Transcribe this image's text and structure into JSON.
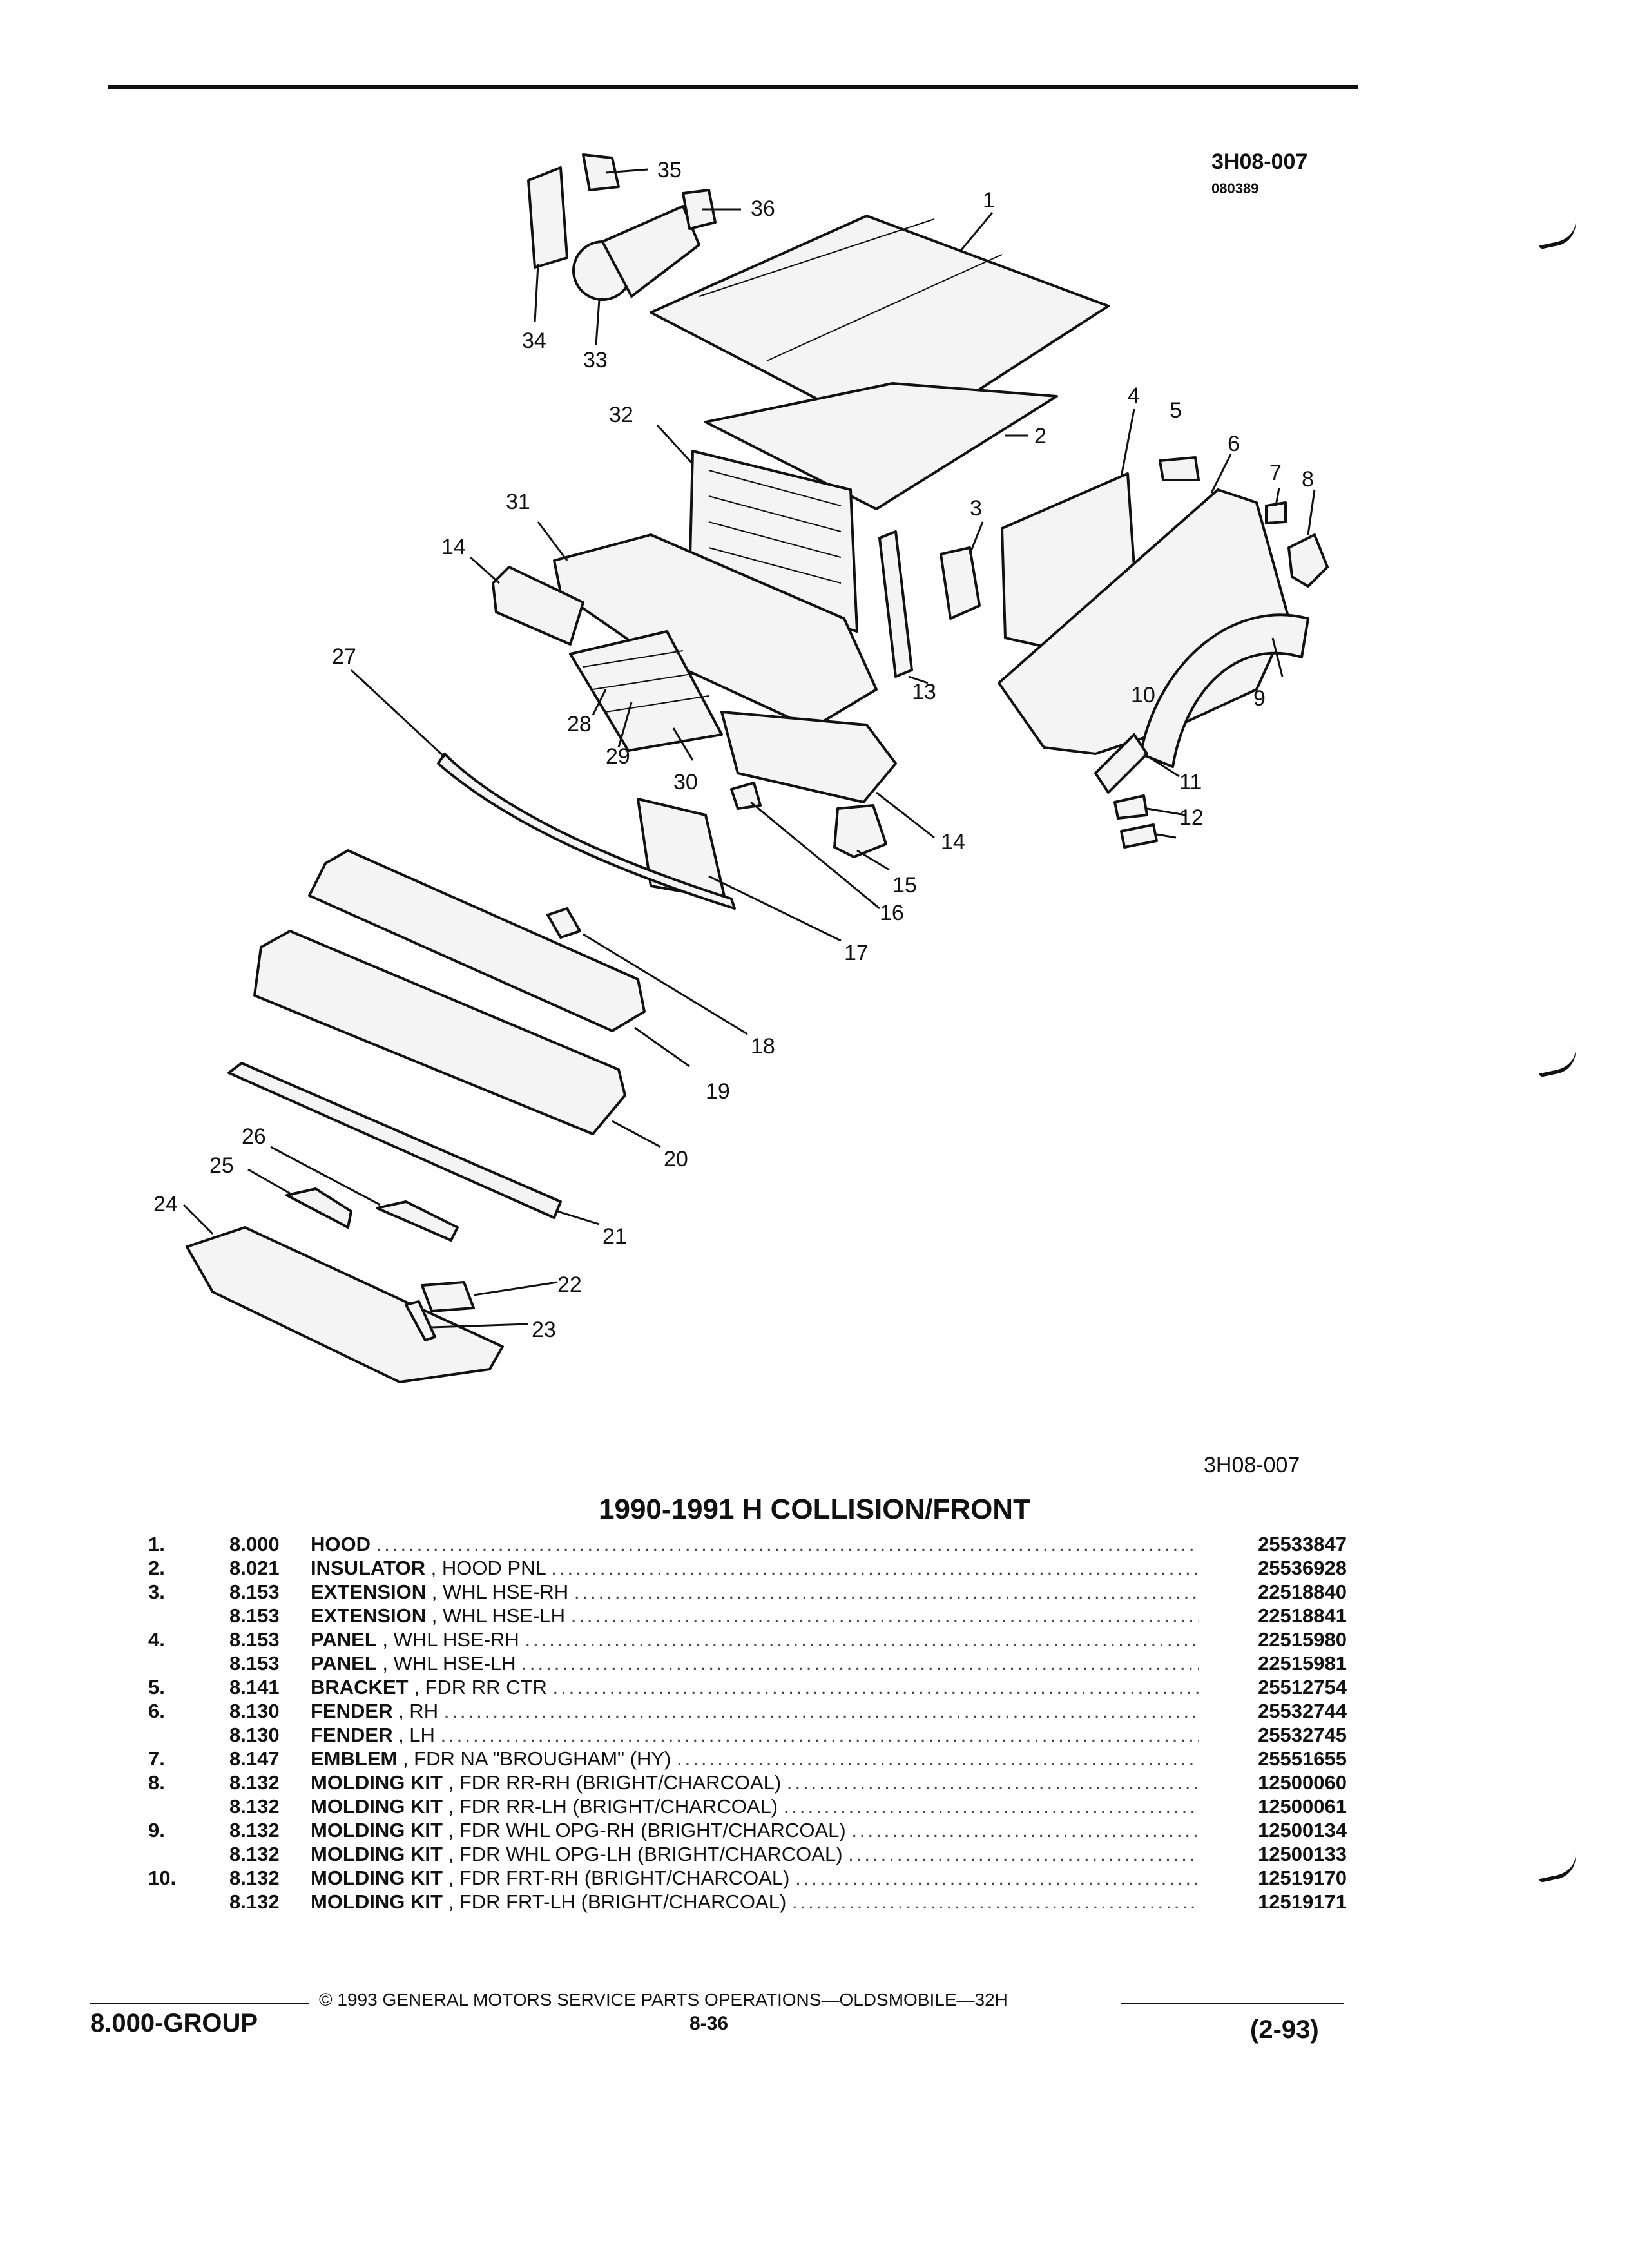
{
  "diagram_code": "3H08-007",
  "diagram_date": "080389",
  "diagram_code_bottom": "3H08-007",
  "title": "1990-1991 H COLLISION/FRONT",
  "callouts": [
    "1",
    "2",
    "3",
    "4",
    "5",
    "6",
    "7",
    "8",
    "9",
    "10",
    "11",
    "12",
    "13",
    "14",
    "14",
    "15",
    "16",
    "17",
    "18",
    "19",
    "20",
    "21",
    "22",
    "23",
    "24",
    "25",
    "26",
    "27",
    "28",
    "29",
    "30",
    "31",
    "32",
    "33",
    "34",
    "35",
    "36"
  ],
  "parts": [
    {
      "num": "1.",
      "grp": "8.000",
      "name": "HOOD",
      "detail": "",
      "pn": "25533847"
    },
    {
      "num": "2.",
      "grp": "8.021",
      "name": "INSULATOR",
      "detail": ", HOOD PNL",
      "pn": "25536928"
    },
    {
      "num": "3.",
      "grp": "8.153",
      "name": "EXTENSION",
      "detail": ", WHL HSE-RH",
      "pn": "22518840"
    },
    {
      "num": "",
      "grp": "8.153",
      "name": "EXTENSION",
      "detail": ", WHL HSE-LH",
      "pn": "22518841"
    },
    {
      "num": "4.",
      "grp": "8.153",
      "name": "PANEL",
      "detail": ", WHL HSE-RH",
      "pn": "22515980"
    },
    {
      "num": "",
      "grp": "8.153",
      "name": "PANEL",
      "detail": ", WHL HSE-LH",
      "pn": "22515981"
    },
    {
      "num": "5.",
      "grp": "8.141",
      "name": "BRACKET",
      "detail": ", FDR RR CTR",
      "pn": "25512754"
    },
    {
      "num": "6.",
      "grp": "8.130",
      "name": "FENDER",
      "detail": ", RH",
      "pn": "25532744"
    },
    {
      "num": "",
      "grp": "8.130",
      "name": "FENDER",
      "detail": ", LH",
      "pn": "25532745"
    },
    {
      "num": "7.",
      "grp": "8.147",
      "name": "EMBLEM",
      "detail": ", FDR NA \"BROUGHAM\" (HY)",
      "pn": "25551655"
    },
    {
      "num": "8.",
      "grp": "8.132",
      "name": "MOLDING KIT",
      "detail": ", FDR RR-RH (BRIGHT/CHARCOAL)",
      "pn": "12500060"
    },
    {
      "num": "",
      "grp": "8.132",
      "name": "MOLDING KIT",
      "detail": ", FDR RR-LH (BRIGHT/CHARCOAL)",
      "pn": "12500061"
    },
    {
      "num": "9.",
      "grp": "8.132",
      "name": "MOLDING KIT",
      "detail": ", FDR WHL OPG-RH (BRIGHT/CHARCOAL)",
      "pn": "12500134"
    },
    {
      "num": "",
      "grp": "8.132",
      "name": "MOLDING KIT",
      "detail": ", FDR WHL OPG-LH (BRIGHT/CHARCOAL)",
      "pn": "12500133"
    },
    {
      "num": "10.",
      "grp": "8.132",
      "name": "MOLDING KIT",
      "detail": ", FDR FRT-RH (BRIGHT/CHARCOAL)",
      "pn": "12519170"
    },
    {
      "num": "",
      "grp": "8.132",
      "name": "MOLDING KIT",
      "detail": ", FDR FRT-LH (BRIGHT/CHARCOAL)",
      "pn": "12519171"
    }
  ],
  "footer": {
    "copyright": "© 1993 GENERAL MOTORS SERVICE PARTS OPERATIONS—OLDSMOBILE—32H",
    "group": "8.000-GROUP",
    "page": "8-36",
    "date": "(2-93)"
  }
}
